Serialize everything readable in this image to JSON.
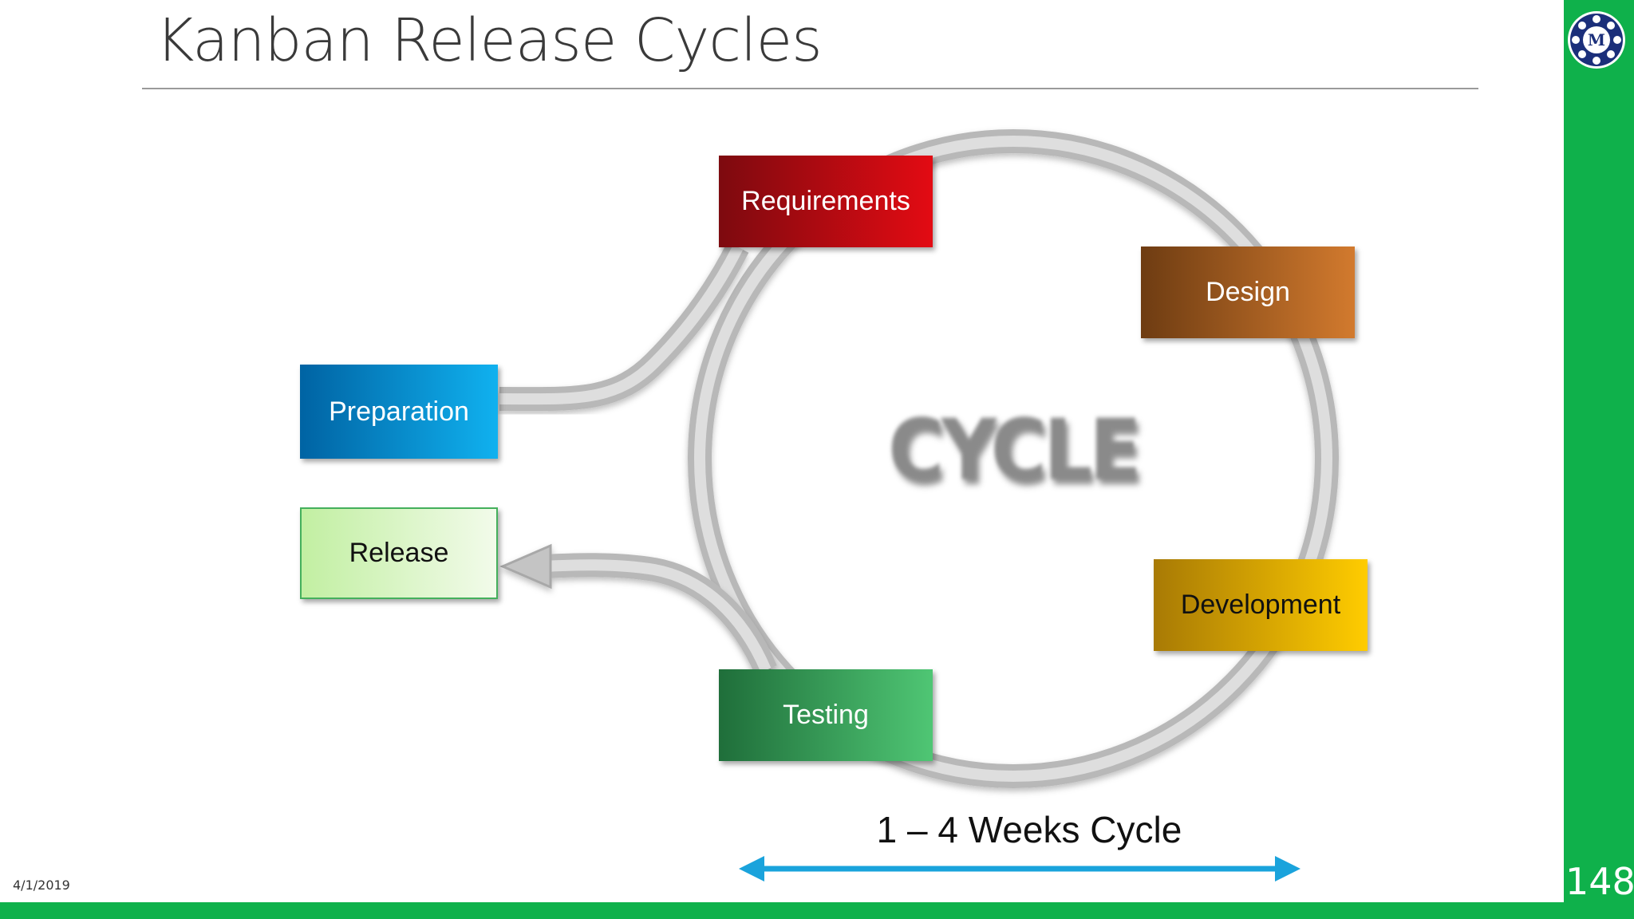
{
  "slide": {
    "title": "Kanban Release Cycles",
    "date": "4/1/2019",
    "page_number": "148",
    "logo_letter": "M"
  },
  "diagram": {
    "center_label": "CYCLE",
    "phases": {
      "requirements": "Requirements",
      "design": "Design",
      "development": "Development",
      "testing": "Testing"
    },
    "entry_label": "Preparation",
    "exit_label": "Release",
    "duration_label": "1 – 4 Weeks Cycle"
  },
  "colors": {
    "accent_band": "#0fb14b",
    "arrow": "#1aa3dc",
    "requirements": "#c00b12",
    "design": "#b06224",
    "development": "#ffcc00",
    "testing": "#3fae5f",
    "preparation": "#0a8fd0",
    "release": "#d6f5c0"
  },
  "icons": {
    "logo": "circular-emblem-icon",
    "duration_arrow": "double-headed-arrow-icon"
  }
}
